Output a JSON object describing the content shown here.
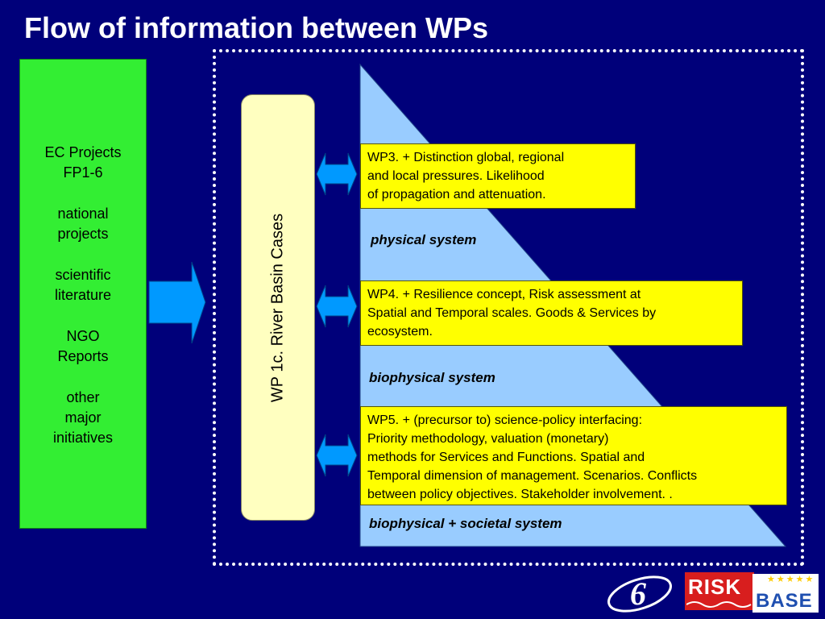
{
  "title": "Flow of information between WPs",
  "sources": {
    "lines": [
      "EC Projects",
      "FP1-6",
      "national",
      "projects",
      "scientific",
      "literature",
      "NGO",
      "Reports",
      "other",
      "major",
      "initiatives"
    ]
  },
  "river_basin": {
    "label": "WP 1c. River Basin Cases"
  },
  "work_packages": [
    {
      "lines": [
        "WP3. + Distinction global, regional",
        "and local pressures. Likelihood",
        "of propagation and attenuation."
      ]
    },
    {
      "lines": [
        "WP4. + Resilience concept, Risk assessment at",
        "Spatial and Temporal scales. Goods & Services by",
        "ecosystem."
      ]
    },
    {
      "lines": [
        "WP5. + (precursor to) science-policy interfacing:",
        "Priority methodology, valuation (monetary)",
        "methods for Services and Functions. Spatial and",
        "Temporal dimension of management. Scenarios. Conflicts",
        "between policy objectives. Stakeholder involvement. ."
      ]
    }
  ],
  "system_labels": {
    "physical": "physical system",
    "biophysical": "biophysical system",
    "societal": "biophysical + societal system"
  },
  "logos": {
    "fp6": "6",
    "risk": "RISK",
    "base": "BASE"
  },
  "colors": {
    "background": "#00007a",
    "sources_box": "#33ee33",
    "river_box": "#ffffc0",
    "wp_box": "#ffff00",
    "pyramid": "#99ccff",
    "arrow": "#0099ff"
  }
}
